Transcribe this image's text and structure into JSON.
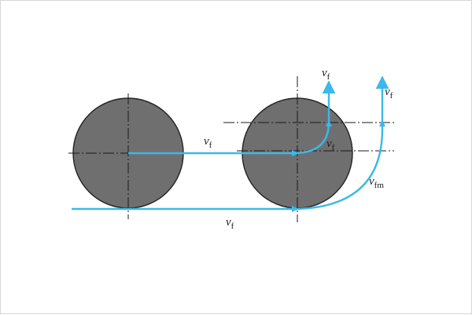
{
  "colors": {
    "circle_fill": "#6f6f70",
    "circle_stroke": "#222222",
    "centerline": "#1a1a1a",
    "path_color": "#3cb8ea",
    "background": "#ffffff"
  },
  "labels": {
    "vf_center_path": {
      "main": "v",
      "sub": "f"
    },
    "vf_bottom_path": {
      "main": "v",
      "sub": "f"
    },
    "vf_inner_curve": {
      "main": "v",
      "sub": "f"
    },
    "vf_top_inner_arrow": {
      "main": "v",
      "sub": "f"
    },
    "vf_top_outer_arrow": {
      "main": "v",
      "sub": "f"
    },
    "vfm_outer_curve": {
      "main": "v",
      "sub": "fm"
    }
  }
}
